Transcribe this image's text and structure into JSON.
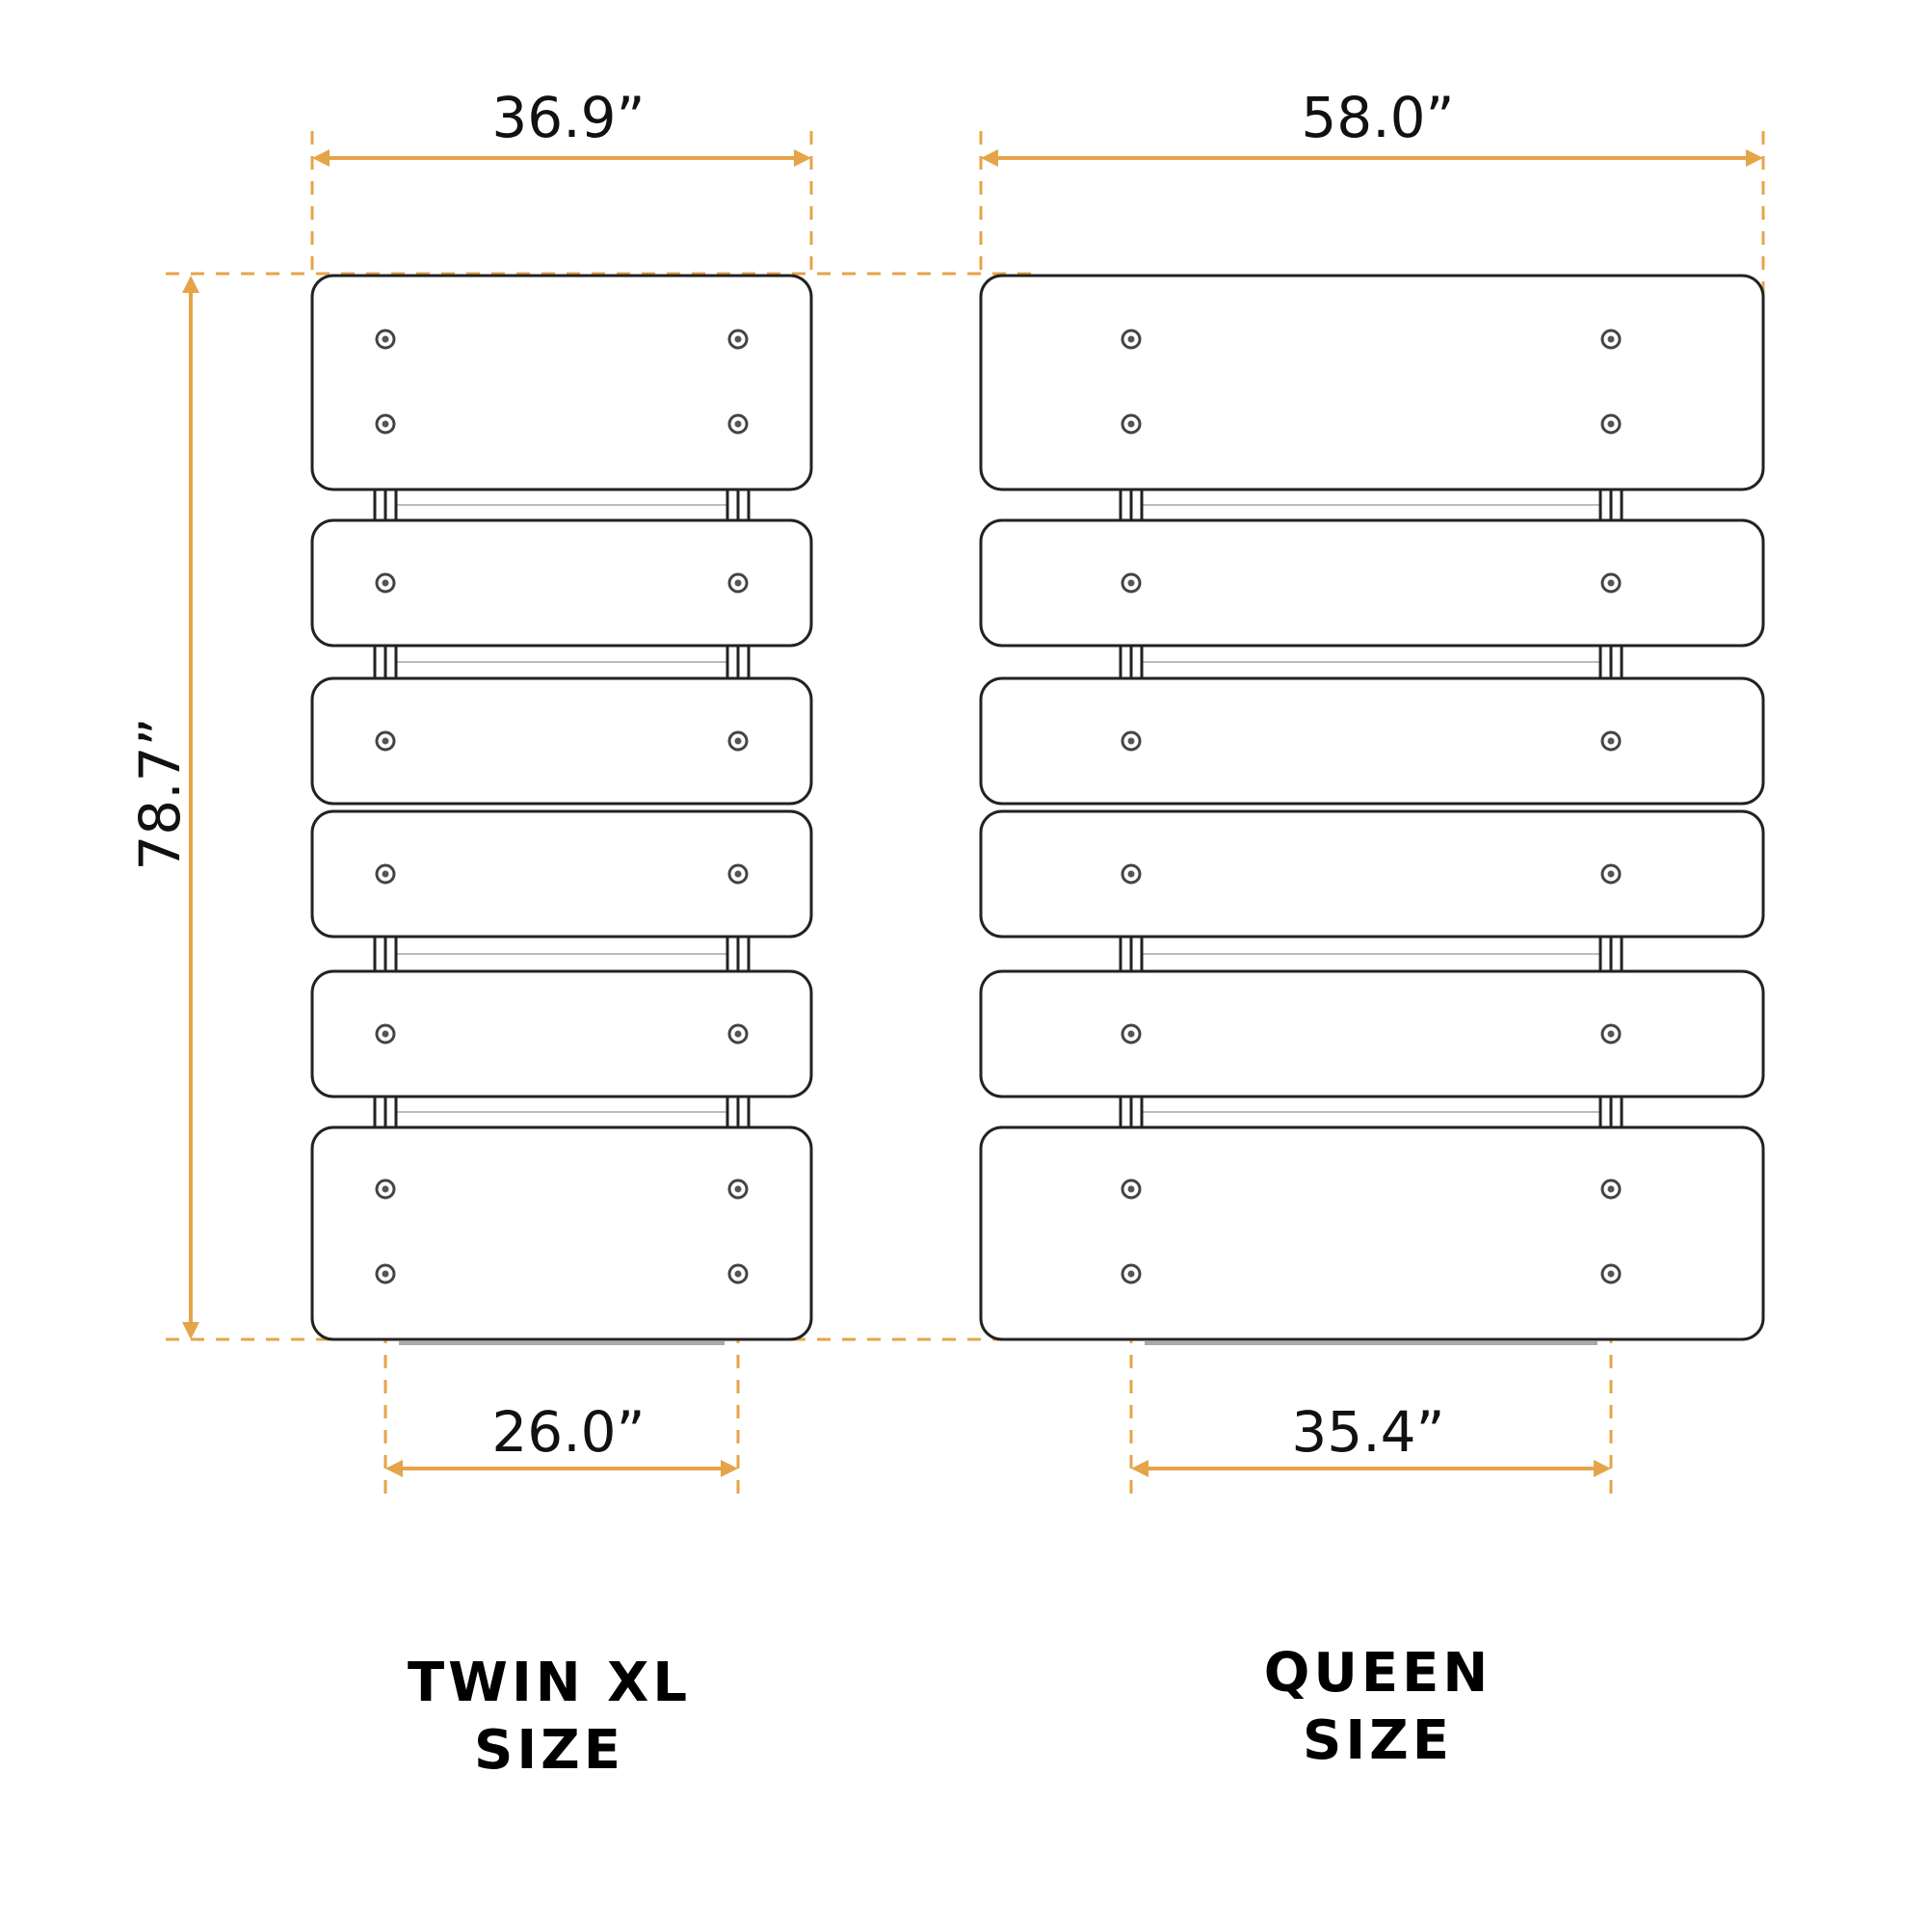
{
  "colors": {
    "dimension": "#e5a448",
    "outline": "#222222",
    "background": "#ffffff"
  },
  "dimensions": {
    "twin_width": "36.9”",
    "queen_width": "58.0”",
    "length": "78.7”",
    "twin_leg_spacing": "26.0”",
    "queen_leg_spacing": "35.4”"
  },
  "beds": {
    "twin": {
      "label_line1": "TWIN XL",
      "label_line2": "SIZE"
    },
    "queen": {
      "label_line1": "QUEEN",
      "label_line2": "SIZE"
    }
  }
}
